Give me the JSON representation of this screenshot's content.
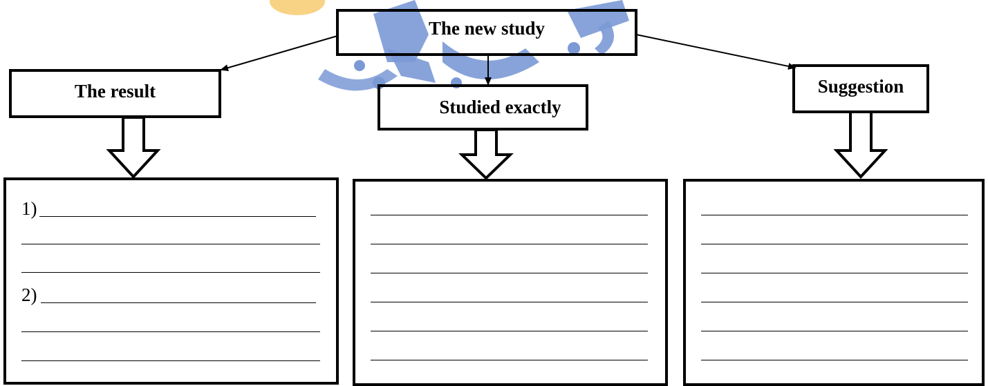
{
  "boxes": {
    "top": "The new study",
    "left": "The result",
    "center": "Studied exactly",
    "right": "Suggestion"
  },
  "panels": {
    "left": {
      "numbers": [
        "1)",
        "2)"
      ]
    }
  },
  "colors": {
    "watermark_blue": "#4a72c4",
    "watermark_orange": "#f2b544",
    "stroke": "#000000"
  }
}
